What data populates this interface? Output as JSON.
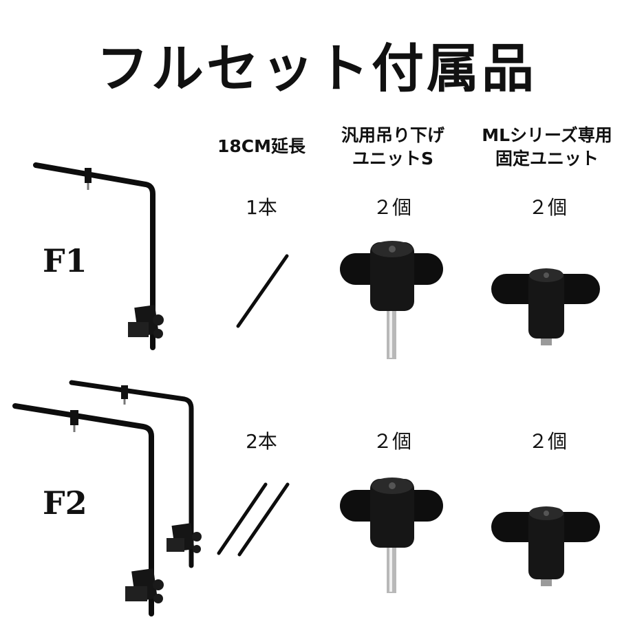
{
  "title": "フルセット付属品",
  "columns": {
    "extension": "18CM延長",
    "hanging_line1": "汎用吊り下げ",
    "hanging_line2": "ユニットS",
    "ml_line1": "MLシリーズ専用",
    "ml_line2": "固定ユニット"
  },
  "sets": [
    {
      "label": "F1",
      "ext_qty": "1本",
      "hanging_qty": "２個",
      "ml_qty": "２個"
    },
    {
      "label": "F2",
      "ext_qty": "2本",
      "hanging_qty": "２個",
      "ml_qty": "２個"
    }
  ],
  "colors": {
    "text": "#111111",
    "metal": "#0d0d0d",
    "background": "#ffffff"
  }
}
